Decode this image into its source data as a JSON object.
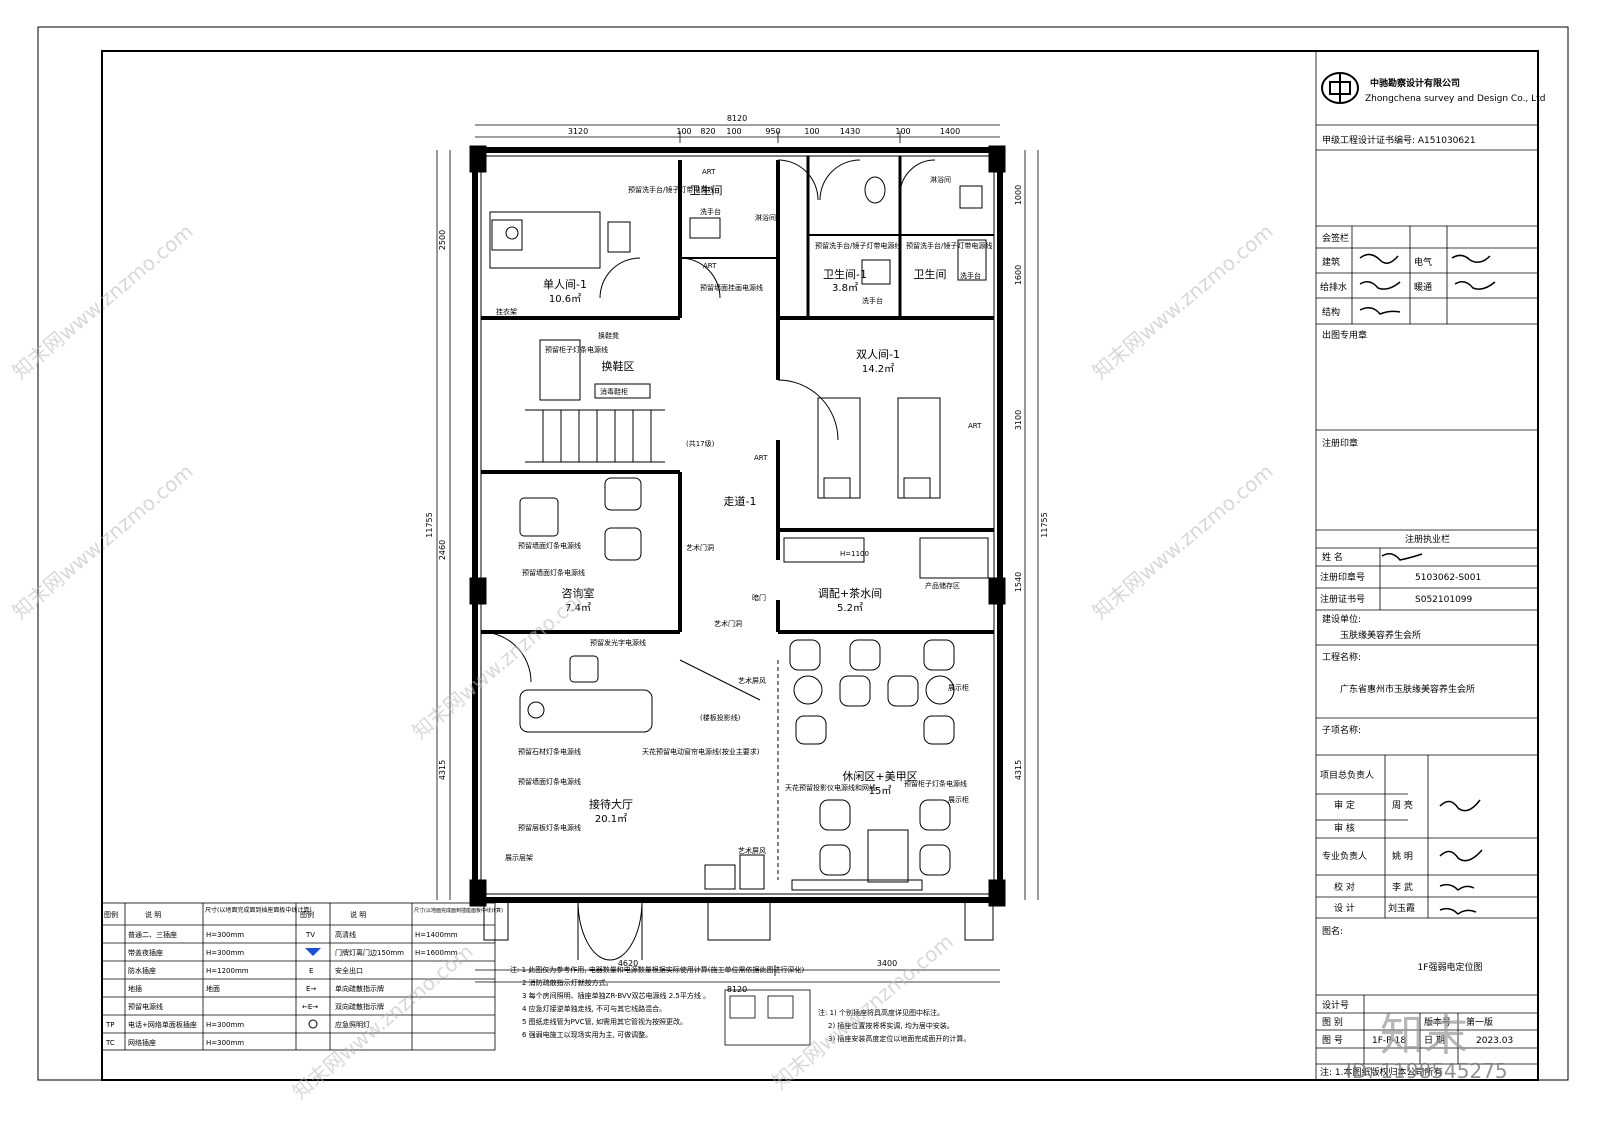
{
  "company": {
    "name_cn": "中驰勘察设计有限公司",
    "name_en": "Zhongchena survey and Design Co., Ltd",
    "cert": "甲级工程设计证书编号: A151030621"
  },
  "title_block": {
    "sign_title": "会签栏",
    "sign_rows": [
      {
        "label": "建筑",
        "label2": "电气"
      },
      {
        "label": "给排水",
        "label2": "暖通"
      },
      {
        "label": "结构",
        "label2": ""
      }
    ],
    "stamp_title": "出图专用章",
    "reg_stamp_title": "注册印章",
    "reg_title": "注册执业栏",
    "reg_rows": [
      {
        "label": "姓 名",
        "value": ""
      },
      {
        "label": "注册印章号",
        "value": "5103062-S001"
      },
      {
        "label": "注册证书号",
        "value": "S052101099"
      }
    ],
    "client_label": "建设单位:",
    "client": "玉肤缘美容养生会所",
    "project_label": "工程名称:",
    "project": "广东省惠州市玉肤缘美容养生会所",
    "subitem_label": "子项名称:",
    "staff": [
      {
        "role": "项目总负责人",
        "name": ""
      },
      {
        "role": "审 定",
        "name": "周 亮"
      },
      {
        "role": "审 核",
        "name": ""
      },
      {
        "role": "专业负责人",
        "name": "姚 明"
      },
      {
        "role": "校 对",
        "name": "李 武"
      },
      {
        "role": "设 计",
        "name": "刘玉霞"
      }
    ],
    "drawing_label": "图名:",
    "drawing_name": "1F强弱电定位图",
    "meta": [
      {
        "k": "设计号",
        "v": ""
      },
      {
        "k": "图 别",
        "v": "",
        "k2": "版本号",
        "v2": "第一版"
      },
      {
        "k": "图 号",
        "v": "1F-P-18",
        "k2": "日 期",
        "v2": "2023.03"
      }
    ],
    "footer": "注: 1.本图纸版权归本公司所有"
  },
  "rooms": [
    {
      "name": "卫生间",
      "area": ""
    },
    {
      "name": "单人间-1",
      "area": "10.6㎡"
    },
    {
      "name": "卫生间-1",
      "area": "3.8㎡"
    },
    {
      "name": "卫生间",
      "area": ""
    },
    {
      "name": "换鞋区",
      "area": ""
    },
    {
      "name": "双人间-1",
      "area": "14.2㎡"
    },
    {
      "name": "走道-1",
      "area": ""
    },
    {
      "name": "咨询室",
      "area": "7.4㎡"
    },
    {
      "name": "调配+茶水间",
      "area": "5.2㎡"
    },
    {
      "name": "接待大厅",
      "area": "20.1㎡"
    },
    {
      "name": "休闲区+美甲区",
      "area": "15㎡"
    }
  ],
  "labels": {
    "wash1": "洗手台",
    "wash2": "洗手台",
    "wash3": "洗手台",
    "shower1": "淋浴间",
    "shower2": "淋浴间",
    "art": "ART",
    "hanger": "挂衣架",
    "shoe": "消毒鞋柜",
    "shoerack": "换鞋凳",
    "steps": "(共17级)",
    "artdoor1": "艺术门洞",
    "artdoor2": "艺术门洞",
    "hidden": "暗门",
    "storage": "产品储存区",
    "cabinet": "展示柜",
    "shelf": "展示层架",
    "artscreen": "艺术屏风",
    "h1100": "H=1100",
    "wire1": "预留洗手台/镜子灯带电源线",
    "wire2": "预留墙面挂画电源线",
    "wire3": "预留柜子灯条电源线",
    "wire4": "预留墙面灯条电源线",
    "wire5": "预留发光字电源线",
    "wire6": "预留石材灯条电源线",
    "wire7": "天花预留电动窗帘电源线(按业主要求)",
    "wire8": "天花预留投影仪电源线和网线",
    "wire9": "预留层板灯条电源线",
    "wire10": "(楼板投影线)"
  },
  "dims": {
    "top_total": "8120",
    "top": [
      "3120",
      "100",
      "820",
      "100",
      "950",
      "100",
      "1430",
      "100",
      "1400"
    ],
    "bottom": [
      "4620",
      "3400"
    ],
    "bottom_total": "8120",
    "left": [
      "2500",
      "11755",
      "2460",
      "4315"
    ],
    "right": [
      "1000",
      "1600",
      "3100",
      "1540",
      "4315",
      "11755"
    ]
  },
  "legend": {
    "headers": [
      "图例",
      "说 明",
      "尺寸(以地面完成面到插座面板中线计算)",
      "图例",
      "说 明",
      "尺寸(以地面完成面到插座面板中线计算)"
    ],
    "rows": [
      {
        "d1": "普通二、三插座",
        "h1": "H=300mm",
        "s2": "TV",
        "d2": "高清线",
        "h2": "H=1400mm"
      },
      {
        "d1": "带盖夜插座",
        "h1": "H=300mm",
        "s2": "",
        "d2": "门牌灯离门边150mm",
        "h2": "H=1600mm"
      },
      {
        "d1": "防水插座",
        "h1": "H=1200mm",
        "s2": "E",
        "d2": "安全出口",
        "h2": ""
      },
      {
        "d1": "地插",
        "h1": "地面",
        "s2": "E→",
        "d2": "单向疏散指示牌",
        "h2": ""
      },
      {
        "d1": "预留电源线",
        "h1": "",
        "s2": "←E→",
        "d2": "双向疏散指示牌",
        "h2": ""
      },
      {
        "d1": "电话+网络单面板插座",
        "h1": "H=300mm",
        "s2": "",
        "d2": "应急照明灯",
        "h2": ""
      },
      {
        "d1": "网络插座",
        "h1": "H=300mm",
        "s2": "",
        "d2": "",
        "h2": ""
      }
    ],
    "sym1": [
      "",
      "",
      "",
      "",
      "",
      "TP",
      "TC"
    ]
  },
  "notes": [
    "注: 1 此图仅为参考作用, 电器数量和电源数量根据实际使用计算(施工单位需依据此图进行深化)",
    "2 消防疏散指示灯就按方式。",
    "3 每个房间照明、插座单独ZR-BVV双芯电源线 2.5平方线 。",
    "4 应急灯接逆单独走线, 不可与其它线路混合。",
    "5 图纸走线管为PVC管, 如需用其它管视为按照更改。",
    "6 强弱电施工以现场实用为主, 可做调整。"
  ],
  "notes2": [
    "注: 1) 个别插座将具高度详见图中标注。",
    "2) 插座位置按将将实调, 均为居中安装。",
    "3) 插座安装高度定位以地面完成面开的计算。"
  ],
  "watermark": {
    "text": "知末网www.znzmo.com",
    "logo": "知末",
    "id": "ID: 1198545275"
  }
}
